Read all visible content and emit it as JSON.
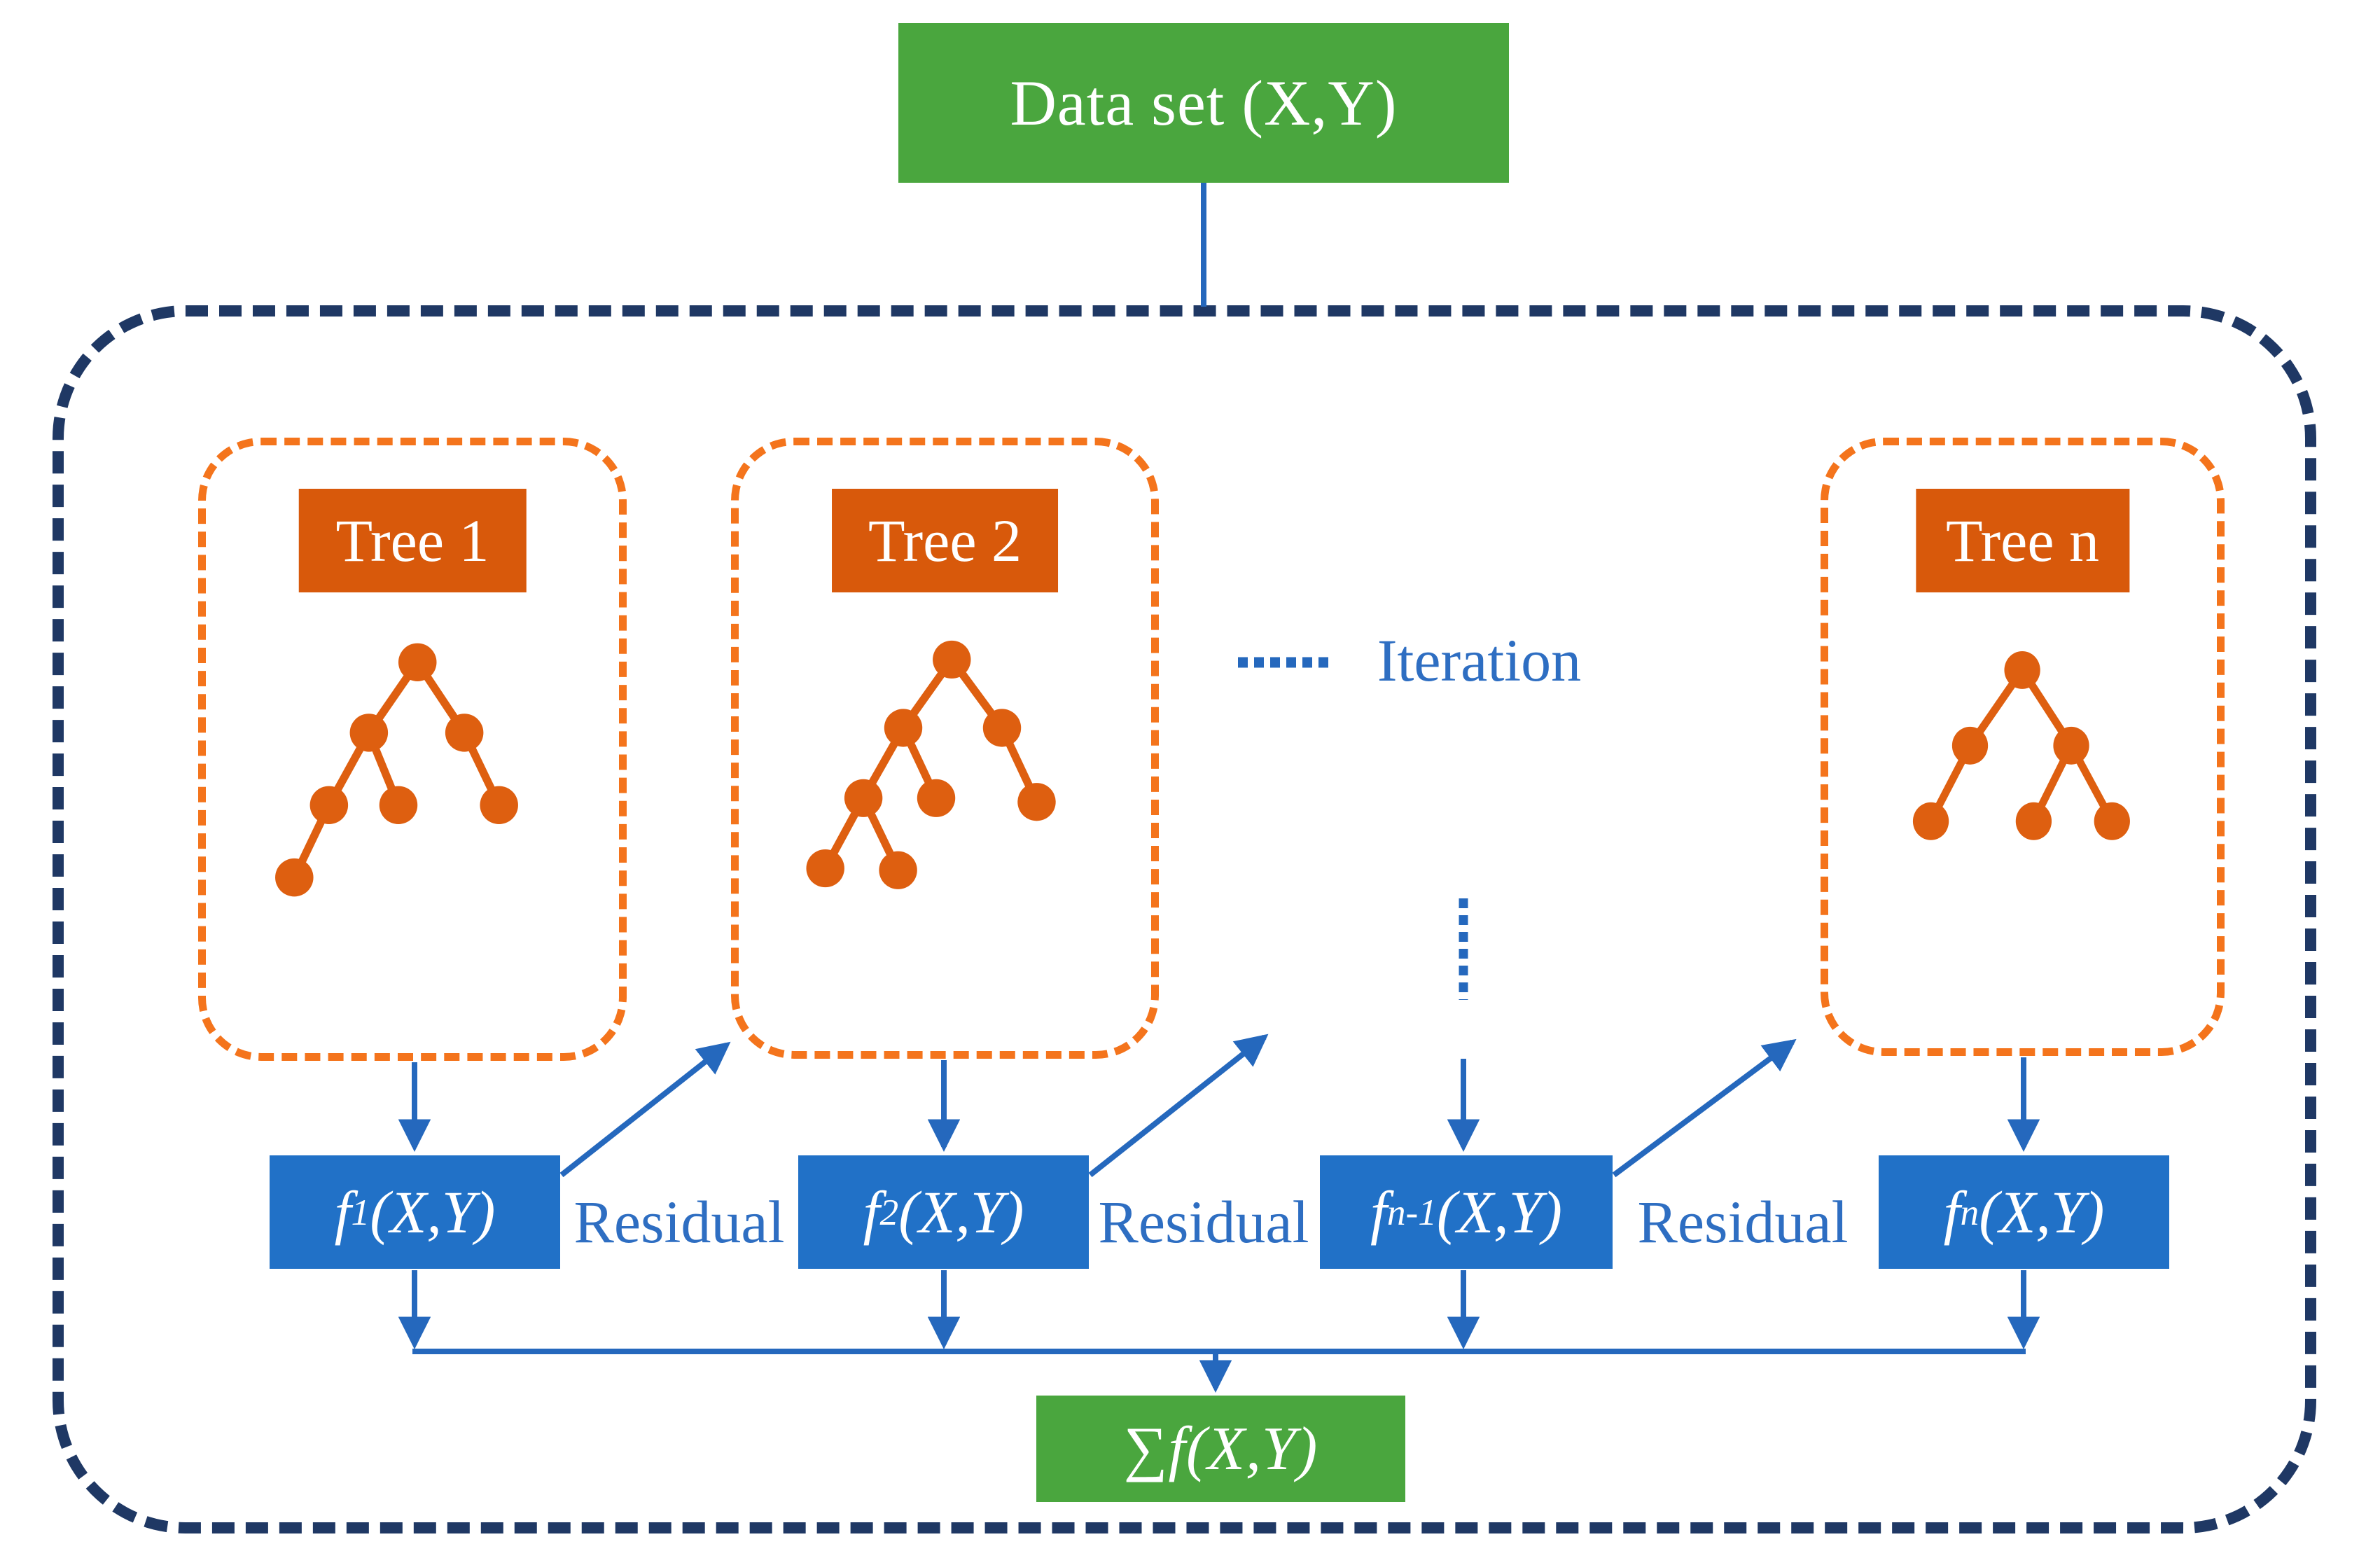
{
  "dataset_box": {
    "label": "Data set (X,Y)"
  },
  "trees": [
    {
      "label": "Tree 1"
    },
    {
      "label": "Tree 2"
    },
    {
      "label": "Tree n"
    }
  ],
  "iteration": {
    "label": "Iteration"
  },
  "fboxes": [
    {
      "f": "f",
      "sub": "1",
      "args": "(X,Y)"
    },
    {
      "f": "f",
      "sub": "2",
      "args": "(X,Y)"
    },
    {
      "f": "f",
      "sub": "n-1",
      "args": "(X,Y)"
    },
    {
      "f": "f",
      "sub": "n",
      "args": "(X,Y)"
    }
  ],
  "residual_labels": [
    "Residual",
    "Residual",
    "Residual"
  ],
  "sum_box": {
    "sigma": "∑",
    "f": "f ",
    "args": "(X,Y)"
  },
  "colors": {
    "green": "#4aa63e",
    "orange_dark": "#d8590b",
    "orange_dash": "#f4741c",
    "node_orange": "#de5f10",
    "blue_box": "#2171c7",
    "blue_arrow": "#2568bd",
    "blue_text": "#2e6ec2",
    "navy": "#1f3864"
  }
}
